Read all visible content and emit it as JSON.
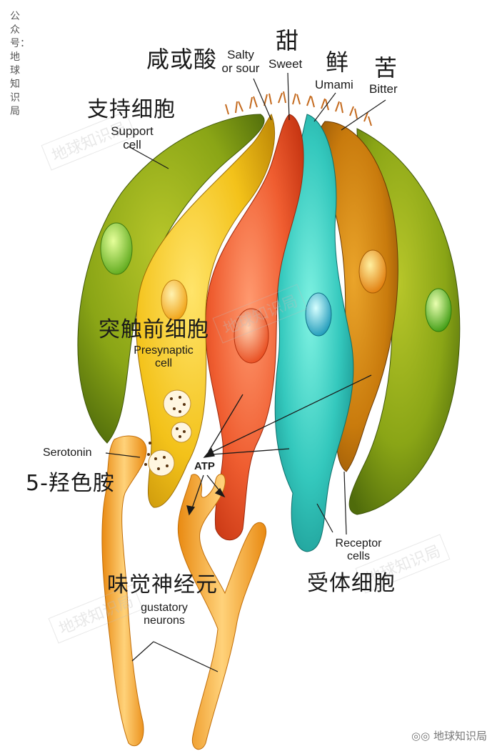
{
  "side_label": "公众号：地球知识局",
  "watermark": "地球知识局",
  "footer": "地球知识局",
  "labels": {
    "salty_zh": "咸或酸",
    "salty_en_1": "Salty",
    "salty_en_2": "or sour",
    "sweet_zh": "甜",
    "sweet_en": "Sweet",
    "umami_zh": "鲜",
    "umami_en": "Umami",
    "bitter_zh": "苦",
    "bitter_en": "Bitter",
    "support_zh": "支持细胞",
    "support_en_1": "Support",
    "support_en_2": "cell",
    "presyn_zh": "突触前细胞",
    "presyn_en_1": "Presynaptic",
    "presyn_en_2": "cell",
    "serotonin_en": "Serotonin",
    "serotonin_zh": "5-羟色胺",
    "atp": "ATP",
    "receptor_en_1": "Receptor",
    "receptor_en_2": "cells",
    "receptor_zh": "受体细胞",
    "neuron_zh": "味觉神经元",
    "neuron_en_1": "gustatory",
    "neuron_en_2": "neurons"
  },
  "colors": {
    "support_green": "#7a9a12",
    "salty_yellow": "#f2c21a",
    "sweet_red": "#ec5a2c",
    "umami_teal": "#2ec0b4",
    "bitter_orange": "#c7780c",
    "neuron_orange": "#f3a53a",
    "microvilli": "#c46a1e"
  }
}
